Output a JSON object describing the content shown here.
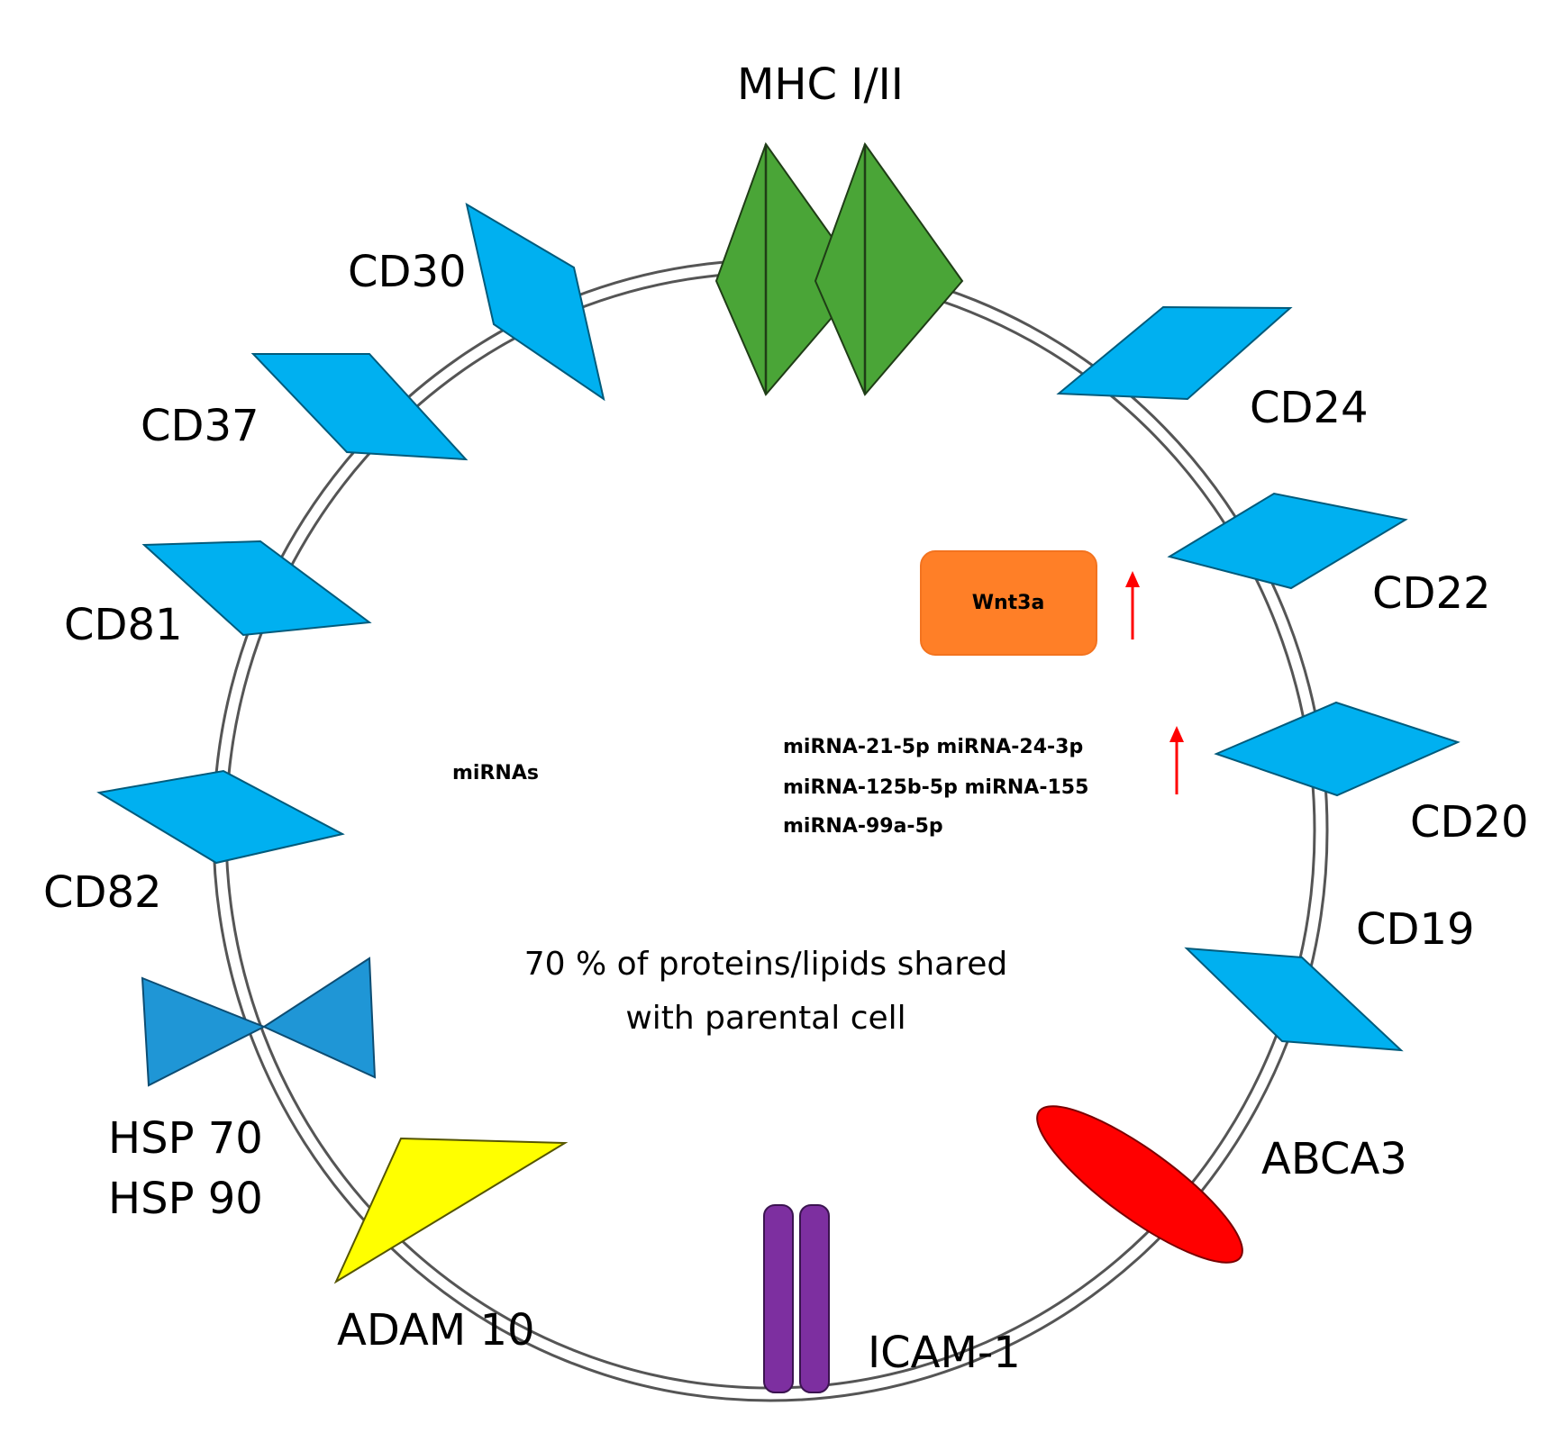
{
  "colors": {
    "membrane": "#555555",
    "receptor_blue": "#00b0f0",
    "hsp_blue": "#1f96d6",
    "mhc_green": "#4aa537",
    "adam_yellow": "#ffff00",
    "icam_purple": "#7d2fa0",
    "abca_red": "#ff0000",
    "wnt_orange": "#ff7f27",
    "arrow_red": "#ff0000"
  },
  "markers": {
    "mhc": "MHC I/II",
    "cd30": "CD30",
    "cd37": "CD37",
    "cd81": "CD81",
    "cd82": "CD82",
    "hsp_line1": "HSP 70",
    "hsp_line2": "HSP 90",
    "adam": "ADAM 10",
    "icam": "ICAM-1",
    "abca3": "ABCA3",
    "cd19": "CD19",
    "cd20": "CD20",
    "cd22": "CD22",
    "cd24": "CD24"
  },
  "cargo": {
    "wnt": "Wnt3a",
    "mirnas_label": "miRNAs",
    "mirna_line1": "miRNA-21-5p miRNA-24-3p",
    "mirna_line2": "miRNA-125b-5p miRNA-155",
    "mirna_line3": "miRNA-99a-5p",
    "shared_line1": "70 % of proteins/lipids shared",
    "shared_line2": "with parental cell"
  }
}
